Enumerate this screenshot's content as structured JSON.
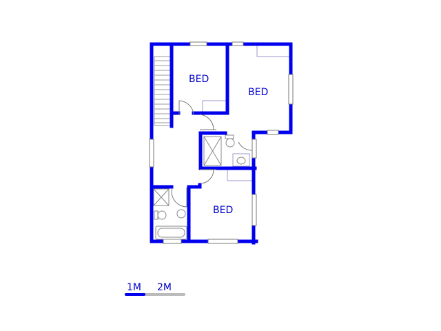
{
  "floorplan": {
    "rooms": [
      {
        "label": "BED",
        "id": "bedroom-1"
      },
      {
        "label": "BED",
        "id": "bedroom-2"
      },
      {
        "label": "BED",
        "id": "bedroom-3"
      }
    ],
    "colors": {
      "wall": "#0000ee",
      "label": "#0000cc",
      "fixture": "#888888"
    }
  },
  "scale_bar": {
    "label_1": "1M",
    "label_2": "2M",
    "filled_color": "#0000ee",
    "empty_color": "#bbbbbb"
  }
}
